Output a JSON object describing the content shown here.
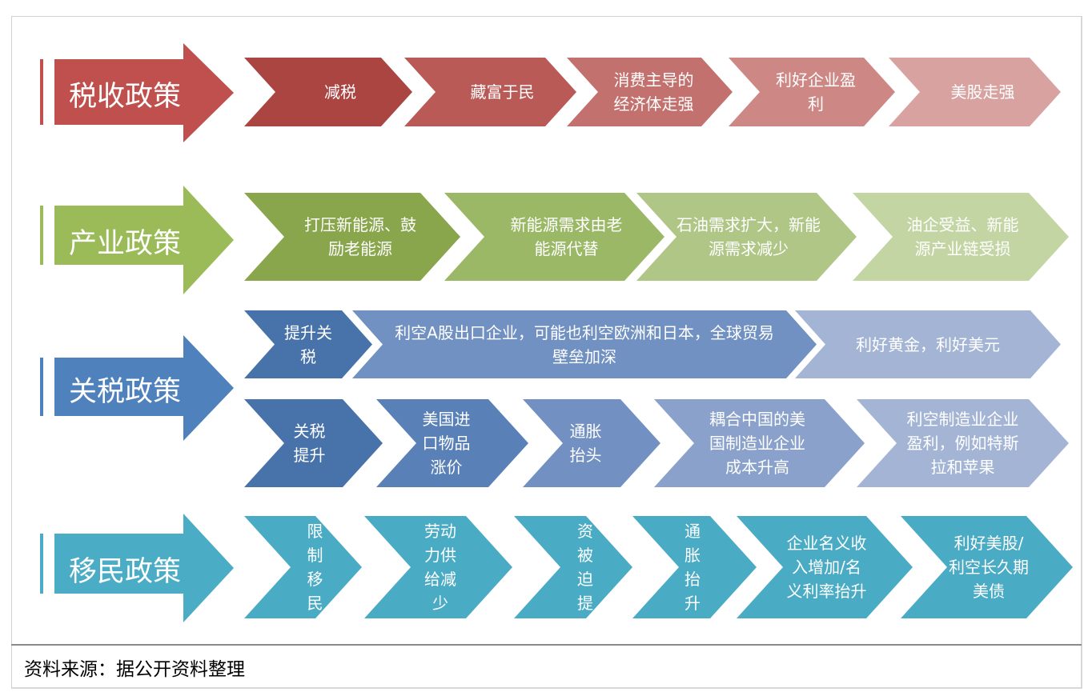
{
  "source": "资料来源：据公开资料整理",
  "policies": [
    {
      "title": "税收政策",
      "color": "#c0504d",
      "steps": [
        {
          "text": "减税",
          "color": "#ab4542"
        },
        {
          "text": "藏富于民",
          "color": "#b95a57"
        },
        {
          "text": "消费主导的经济体走强",
          "color": "#c3716e"
        },
        {
          "text": "利好企业盈利",
          "color": "#cd8885"
        },
        {
          "text": "美股走强",
          "color": "#d8a2a0"
        }
      ]
    },
    {
      "title": "产业政策",
      "color": "#9bbb59",
      "steps": [
        {
          "text": "打压新能源、鼓励老能源",
          "color": "#89a64c"
        },
        {
          "text": "新能源需求由老能源代替",
          "color": "#9bb866"
        },
        {
          "text": "石油需求扩大，新能源需求减少",
          "color": "#afc686"
        },
        {
          "text": "油企受益、新能源产业链受损",
          "color": "#c4d5a4"
        }
      ]
    },
    {
      "title": "关税政策",
      "color": "#4f81bd",
      "steps_top": [
        {
          "text": "提升关税",
          "color": "#4872aa"
        },
        {
          "text": "利空A股出口企业，可能也利空欧洲和日本，全球贸易壁垒加深",
          "color": "#7191c2"
        },
        {
          "text": "利好黄金，利好美元",
          "color": "#a3b4d5"
        }
      ],
      "steps_bottom": [
        {
          "text": "关税提升",
          "color": "#4872aa"
        },
        {
          "text": "美国进口物品涨价",
          "color": "#5a80b8"
        },
        {
          "text": "通胀抬头",
          "color": "#7290c1"
        },
        {
          "text": "耦合中国的美国制造业企业成本升高",
          "color": "#8aa1cb"
        },
        {
          "text": "利空制造业企业盈利，例如特斯拉和苹果",
          "color": "#a3b4d5"
        }
      ]
    },
    {
      "title": "移民政策",
      "color": "#4bacc6",
      "steps": [
        {
          "text": "限制移民",
          "color": "#4aabc5"
        },
        {
          "text": "劳动力供给减少",
          "color": "#4aabc5"
        },
        {
          "text": "薪资被迫提升",
          "color": "#4aabc5"
        },
        {
          "text": "通胀抬升",
          "color": "#4aabc5"
        },
        {
          "text": "企业名义收入增加/名义利率抬升",
          "color": "#4aabc5"
        },
        {
          "text": "利好美股/利空长久期美债",
          "color": "#4aabc5"
        }
      ]
    }
  ]
}
